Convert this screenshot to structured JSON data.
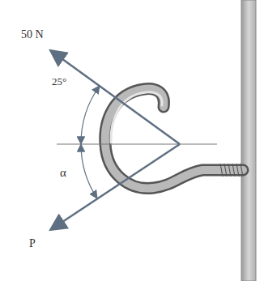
{
  "diagram": {
    "labels": [
      "50 N",
      "25°",
      "α",
      "P"
    ]
  }
}
